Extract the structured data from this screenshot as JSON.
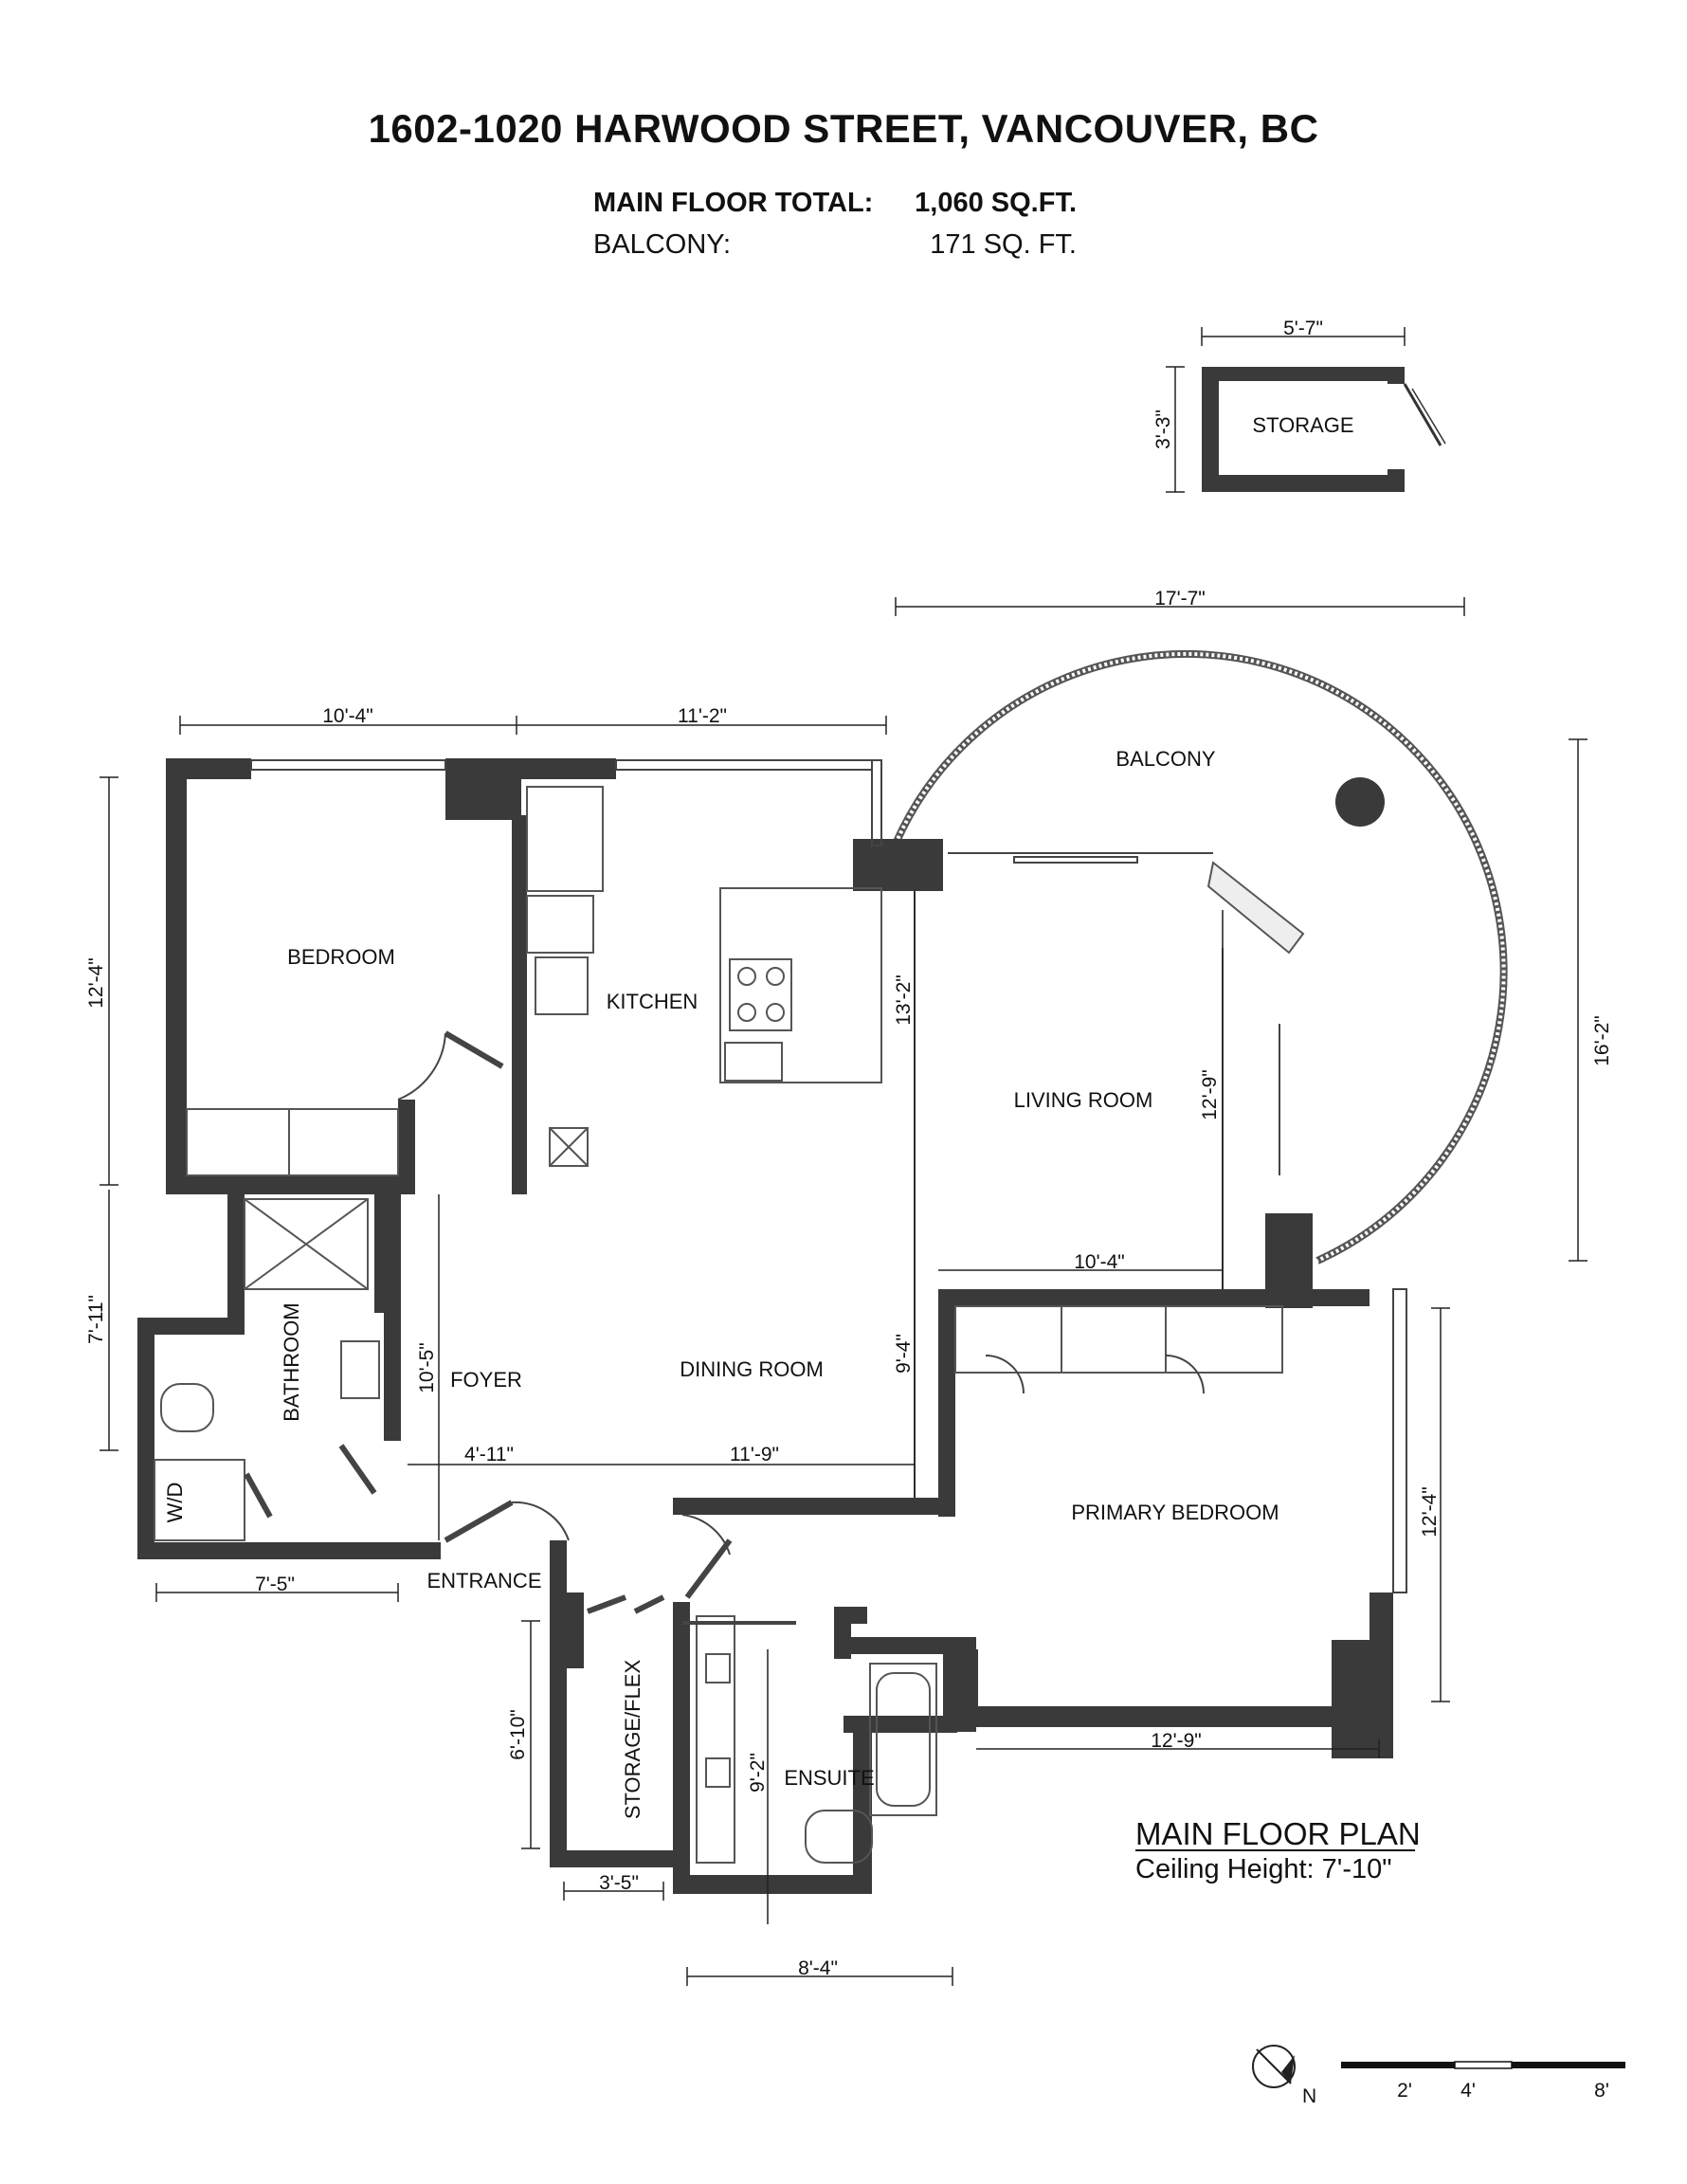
{
  "header": {
    "title": "1602-1020 HARWOOD STREET, VANCOUVER, BC",
    "main_floor_label": "MAIN FLOOR TOTAL:",
    "main_floor_value": "1,060 SQ.FT.",
    "balcony_label": "BALCONY:",
    "balcony_value": "171 SQ. FT."
  },
  "rooms": {
    "storage": "STORAGE",
    "balcony": "BALCONY",
    "bedroom": "BEDROOM",
    "kitchen": "KITCHEN",
    "living_room": "LIVING ROOM",
    "bathroom": "BATHROOM",
    "foyer": "FOYER",
    "dining_room": "DINING ROOM",
    "primary_bedroom": "PRIMARY BEDROOM",
    "entrance": "ENTRANCE",
    "storage_flex": "STORAGE/FLEX",
    "ensuite": "ENSUITE",
    "wd": "W/D"
  },
  "dimensions": {
    "storage_width": "5'-7\"",
    "storage_depth": "3'-3\"",
    "balcony_width": "17'-7\"",
    "balcony_depth": "16'-2\"",
    "bedroom_width": "10'-4\"",
    "kitchen_width": "11'-2\"",
    "bedroom_depth": "12'-4\"",
    "kitchen_depth": "13'-2\"",
    "living_depth": "12'-9\"",
    "living_width": "10'-4\"",
    "bath_depth": "7'-11\"",
    "foyer_depth": "10'-5\"",
    "dining_depth": "9'-4\"",
    "foyer_width": "4'-11\"",
    "dining_width": "11'-9\"",
    "bath_width": "7'-5\"",
    "primary_depth": "12'-4\"",
    "primary_width": "12'-9\"",
    "flex_depth": "6'-10\"",
    "flex_width": "3'-5\"",
    "ensuite_depth": "9'-2\"",
    "ensuite_width": "8'-4\""
  },
  "legend": {
    "plan_title": "MAIN FLOOR PLAN",
    "ceiling": "Ceiling Height: 7'-10\""
  },
  "scale": {
    "north": "N",
    "marks": [
      "2'",
      "4'",
      "8'"
    ]
  }
}
